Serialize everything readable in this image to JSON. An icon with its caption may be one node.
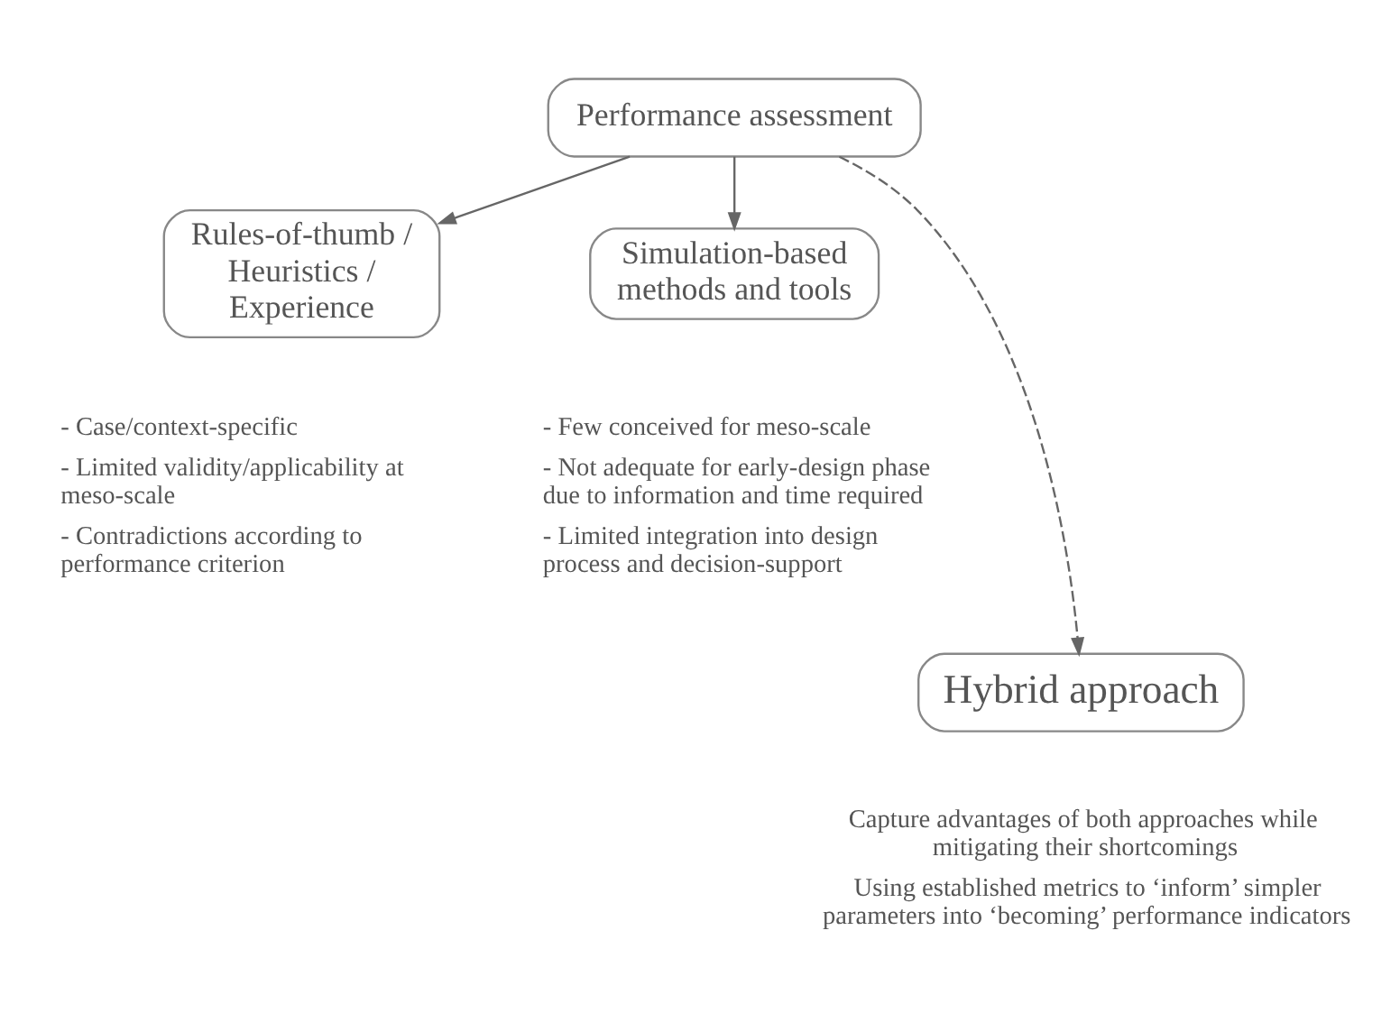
{
  "diagram": {
    "nodes": [
      {
        "text": [
          "Performance assessment"
        ]
      },
      {
        "text": [
          "Rules-of-thumb / Heuristics / Experience"
        ],
        "beside": [
          "- Case/context-specific",
          "- Limited validity/applicability at meso-scale",
          "- Contradictions according to performance criterion"
        ]
      },
      {
        "text": [
          "Simulation-based methods and tools"
        ],
        "beside": [
          "- Few conceived for meso-scale",
          "- Not adequate for early-design phase due to information and time required",
          "- Limited integration into design process and decision-support"
        ]
      },
      {
        "text": [
          "Hybrid approach"
        ],
        "beside": [
          "Capture advantages of both approaches while mitigating their shortcomings",
          "Using established metrics to ‘inform’ simpler parameters into ‘becoming’ performance indicators"
        ]
      }
    ],
    "edges": [
      {
        "from": 0,
        "to": 1,
        "arrow": "to"
      },
      {
        "from": 0,
        "to": 2,
        "arrow": "to"
      },
      {
        "from": 0,
        "to": 3,
        "arrow": "to",
        "style": "dashed"
      }
    ]
  }
}
